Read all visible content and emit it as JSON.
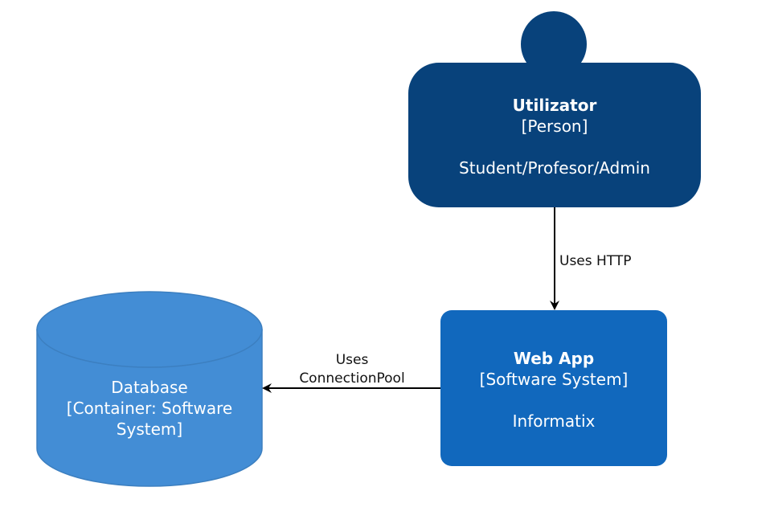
{
  "diagram": {
    "person": {
      "title": "Utilizator",
      "type": "[Person]",
      "description": "Student/Profesor/Admin"
    },
    "web_app": {
      "title": "Web App",
      "type": "[Software System]",
      "description": "Informatix"
    },
    "database": {
      "line1": "Database",
      "line2": "[Container: Software",
      "line3": "System]"
    },
    "relations": {
      "person_to_web_app": "Uses HTTP",
      "web_app_to_database_line1": "Uses",
      "web_app_to_database_line2": "ConnectionPool"
    },
    "colors": {
      "person": "#08427b",
      "software_system": "#1168bd",
      "container": "#438dd5",
      "container_edge": "#3c7fc0",
      "connector": "#000000"
    }
  }
}
